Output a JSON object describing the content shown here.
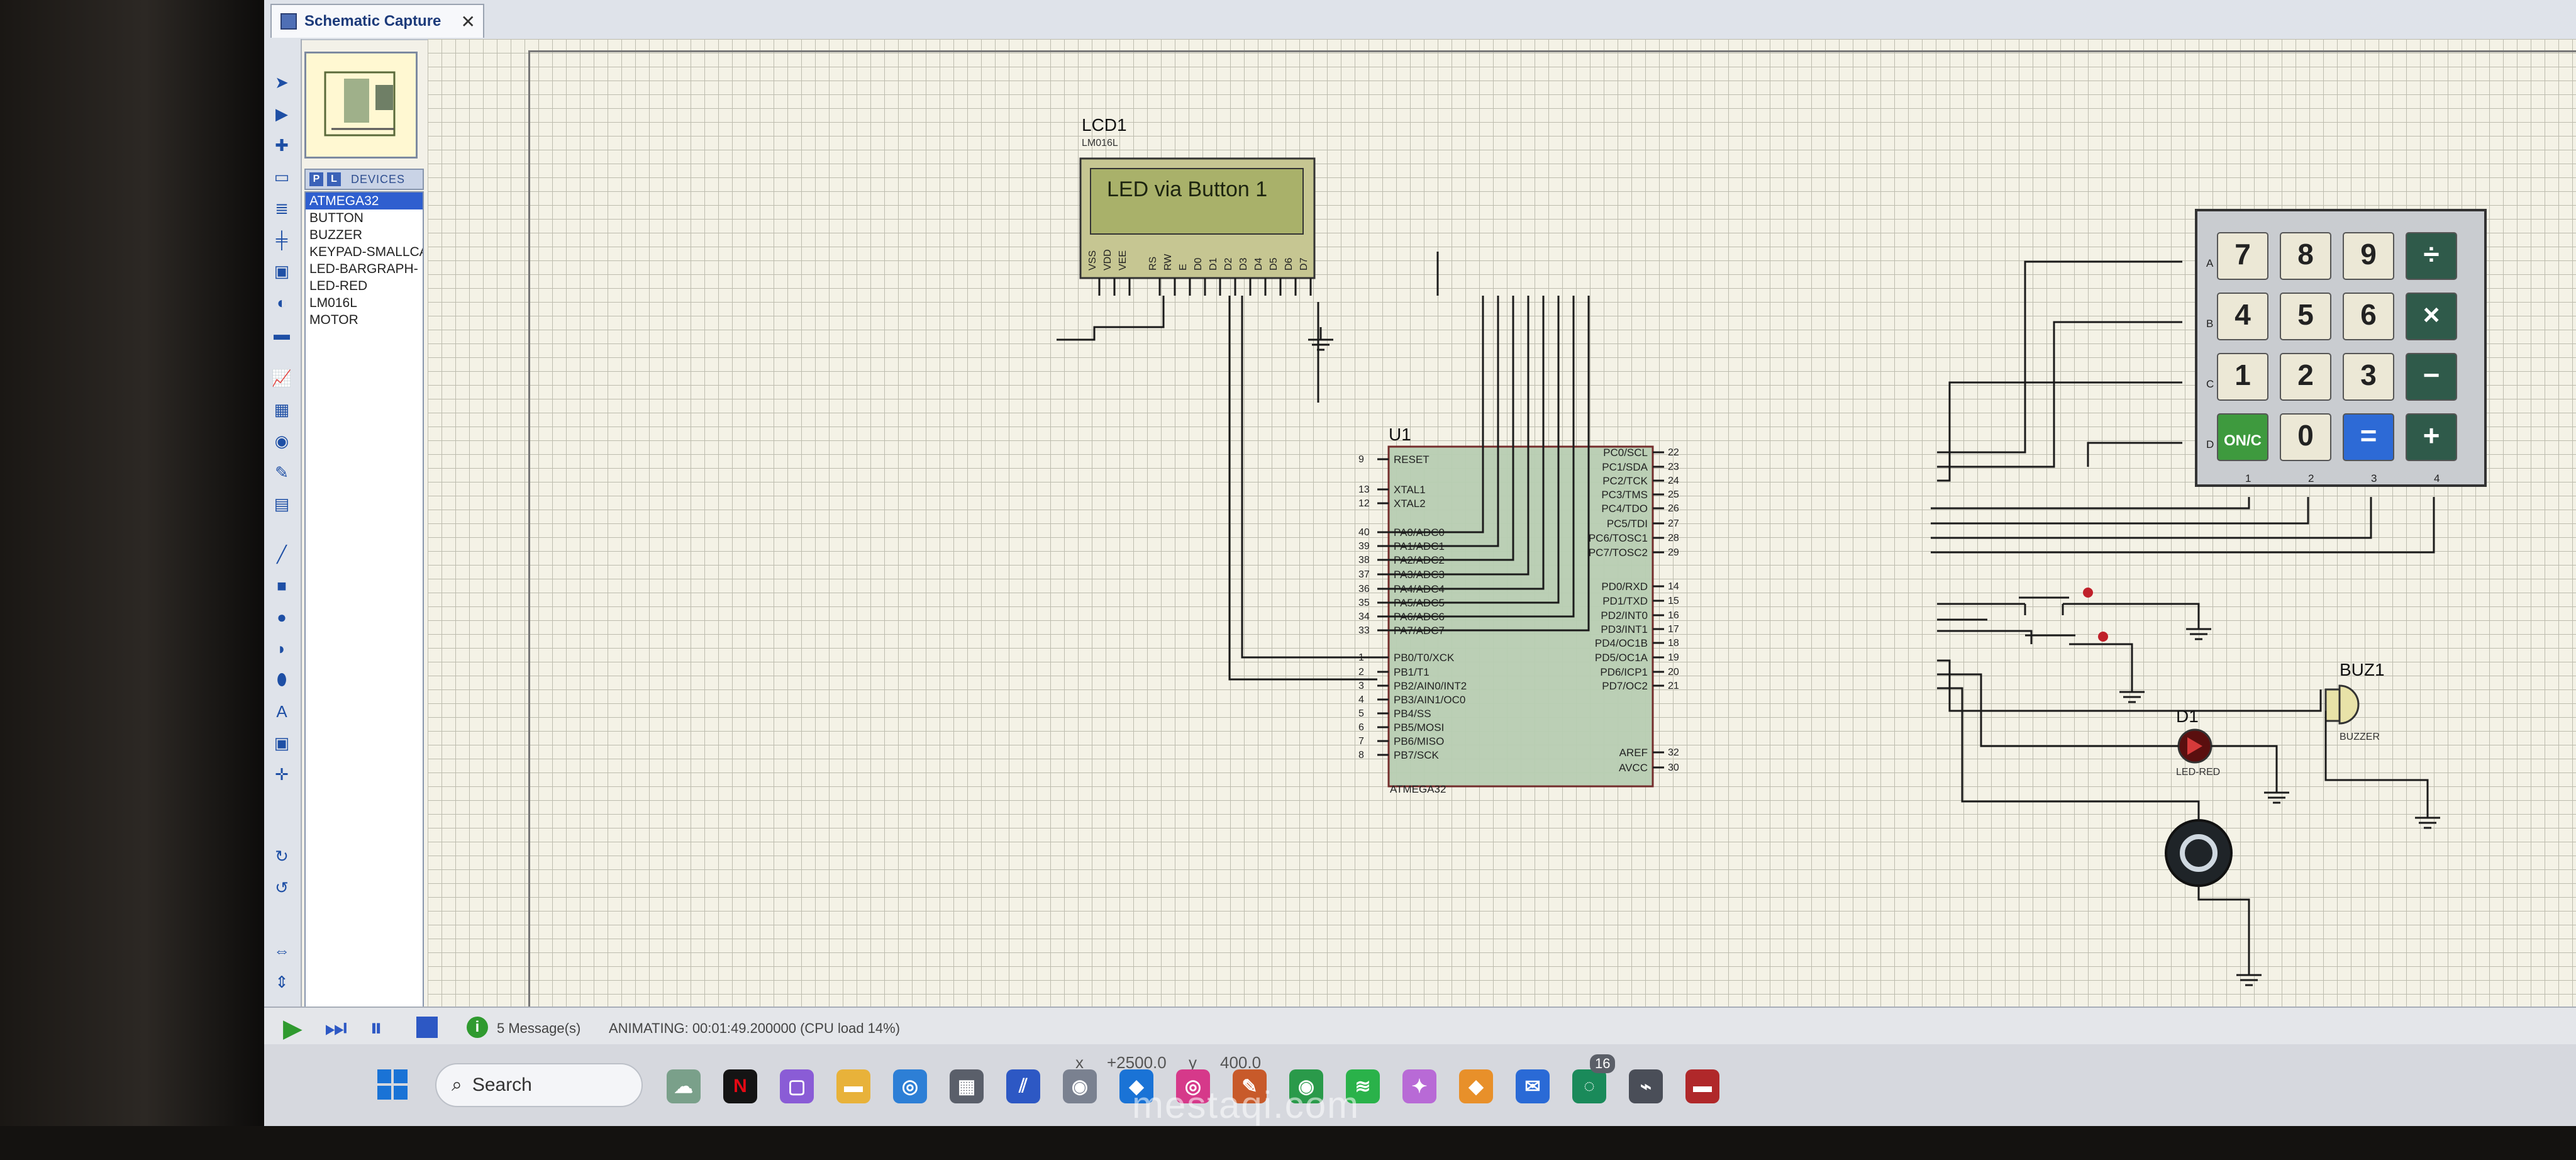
{
  "window": {
    "tab_title": "Schematic Capture",
    "tab_close": "✕"
  },
  "devices": {
    "header": "DEVICES",
    "p_button": "P",
    "l_button": "L",
    "items": [
      {
        "label": "ATMEGA32",
        "selected": true
      },
      {
        "label": "BUTTON"
      },
      {
        "label": "BUZZER"
      },
      {
        "label": "KEYPAD-SMALLCA"
      },
      {
        "label": "LED-BARGRAPH-"
      },
      {
        "label": "LED-RED"
      },
      {
        "label": "LM016L"
      },
      {
        "label": "MOTOR"
      }
    ]
  },
  "lcd": {
    "ref": "LCD1",
    "part": "LM016L",
    "display_text": "LED via Button 1",
    "pins": [
      "VSS",
      "VDD",
      "VEE",
      "RS",
      "RW",
      "E",
      "D0",
      "D1",
      "D2",
      "D3",
      "D4",
      "D5",
      "D6",
      "D7"
    ]
  },
  "mcu": {
    "ref": "U1",
    "part": "ATMEGA32",
    "left_pins": [
      {
        "num": "9",
        "name": "RESET"
      },
      {
        "num": "13",
        "name": "XTAL1"
      },
      {
        "num": "12",
        "name": "XTAL2"
      },
      {
        "num": "40",
        "name": "PA0/ADC0"
      },
      {
        "num": "39",
        "name": "PA1/ADC1"
      },
      {
        "num": "38",
        "name": "PA2/ADC2"
      },
      {
        "num": "37",
        "name": "PA3/ADC3"
      },
      {
        "num": "36",
        "name": "PA4/ADC4"
      },
      {
        "num": "35",
        "name": "PA5/ADC5"
      },
      {
        "num": "34",
        "name": "PA6/ADC6"
      },
      {
        "num": "33",
        "name": "PA7/ADC7"
      },
      {
        "num": "1",
        "name": "PB0/T0/XCK"
      },
      {
        "num": "2",
        "name": "PB1/T1"
      },
      {
        "num": "3",
        "name": "PB2/AIN0/INT2"
      },
      {
        "num": "4",
        "name": "PB3/AIN1/OC0"
      },
      {
        "num": "5",
        "name": "PB4/SS"
      },
      {
        "num": "6",
        "name": "PB5/MOSI"
      },
      {
        "num": "7",
        "name": "PB6/MISO"
      },
      {
        "num": "8",
        "name": "PB7/SCK"
      }
    ],
    "right_pins": [
      {
        "num": "22",
        "name": "PC0/SCL"
      },
      {
        "num": "23",
        "name": "PC1/SDA"
      },
      {
        "num": "24",
        "name": "PC2/TCK"
      },
      {
        "num": "25",
        "name": "PC3/TMS"
      },
      {
        "num": "26",
        "name": "PC4/TDO"
      },
      {
        "num": "27",
        "name": "PC5/TDI"
      },
      {
        "num": "28",
        "name": "PC6/TOSC1"
      },
      {
        "num": "29",
        "name": "PC7/TOSC2"
      },
      {
        "num": "14",
        "name": "PD0/RXD"
      },
      {
        "num": "15",
        "name": "PD1/TXD"
      },
      {
        "num": "16",
        "name": "PD2/INT0"
      },
      {
        "num": "17",
        "name": "PD3/INT1"
      },
      {
        "num": "18",
        "name": "PD4/OC1B"
      },
      {
        "num": "19",
        "name": "PD5/OC1A"
      },
      {
        "num": "20",
        "name": "PD6/ICP1"
      },
      {
        "num": "21",
        "name": "PD7/OC2"
      },
      {
        "num": "32",
        "name": "AREF"
      },
      {
        "num": "30",
        "name": "AVCC"
      }
    ]
  },
  "keypad": {
    "rows": [
      "A",
      "B",
      "C",
      "D"
    ],
    "cols": [
      "1",
      "2",
      "3",
      "4"
    ],
    "keys": [
      "7",
      "8",
      "9",
      "÷",
      "4",
      "5",
      "6",
      "×",
      "1",
      "2",
      "3",
      "−",
      "ON/C",
      "0",
      "=",
      "+"
    ]
  },
  "buzzer": {
    "ref": "BUZ1",
    "part": "BUZZER"
  },
  "led": {
    "ref": "D1",
    "part": "LED-RED"
  },
  "status": {
    "messages": "5 Message(s)",
    "animating": "ANIMATING: 00:01:49.200000 (CPU load 14%)",
    "x_label": "x",
    "x_value": "+2500.0",
    "y_label": "y",
    "y_value": "400.0"
  },
  "taskbar": {
    "search_label": "Search",
    "badge": "16",
    "watermark": "mestaqi.com"
  },
  "colors": {
    "accent": "#2f5fcf",
    "wire": "#1b1b1b",
    "lcd_bg": "#9ea861",
    "play": "#2f9a2f"
  }
}
